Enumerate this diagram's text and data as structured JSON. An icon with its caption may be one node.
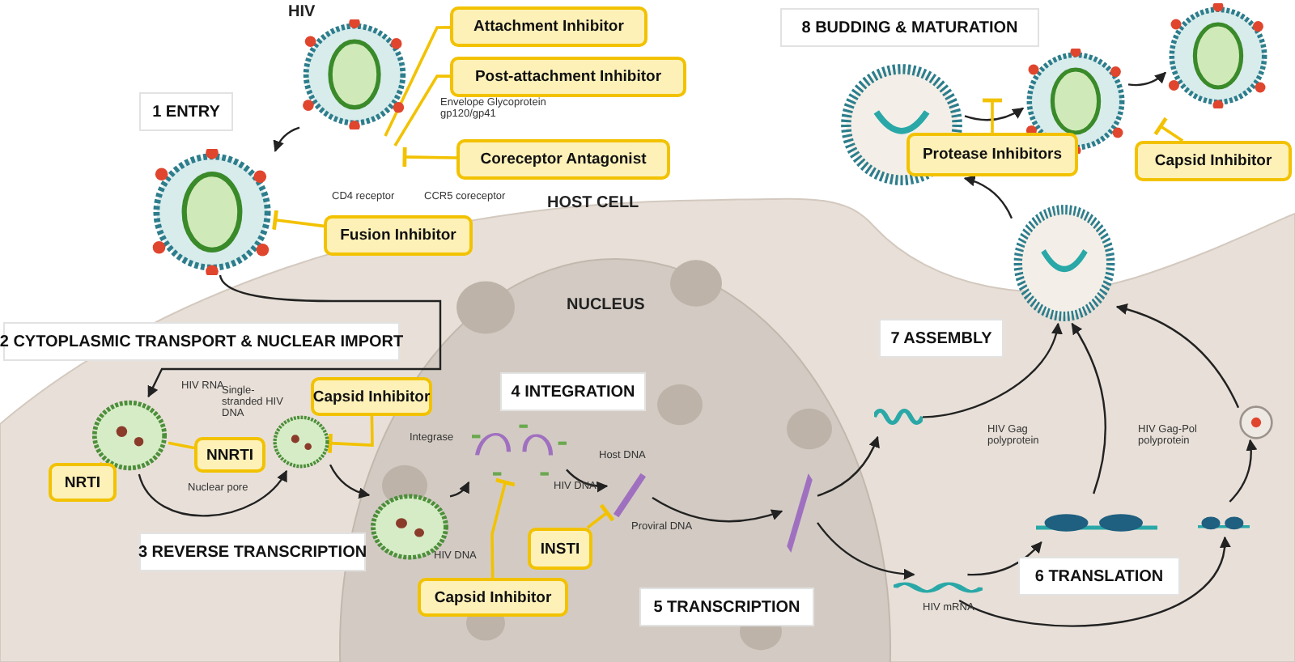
{
  "diagram": {
    "nodes": [
      {
        "text": [
          "1 ENTRY"
        ]
      },
      {
        "text": [
          "2 CYTOPLASMIC TRANSPORT & NUCLEAR IMPORT"
        ]
      },
      {
        "text": [
          "3 REVERSE TRANSCRIPTION"
        ]
      },
      {
        "text": [
          "4 INTEGRATION"
        ]
      },
      {
        "text": [
          "5 TRANSCRIPTION"
        ]
      },
      {
        "text": [
          "6 TRANSLATION"
        ]
      },
      {
        "text": [
          "7 ASSEMBLY"
        ]
      },
      {
        "text": [
          "8 BUDDING & MATURATION"
        ]
      },
      {
        "text": [
          "Attachment Inhibitor"
        ]
      },
      {
        "text": [
          "Post-attachment Inhibitor"
        ]
      },
      {
        "text": [
          "Coreceptor Antagonist"
        ]
      },
      {
        "text": [
          "Fusion Inhibitor"
        ]
      },
      {
        "text": [
          "Capsid Inhibitor"
        ]
      },
      {
        "text": [
          "NNRTI"
        ]
      },
      {
        "text": [
          "NRTI"
        ]
      },
      {
        "text": [
          "Capsid Inhibitor"
        ]
      },
      {
        "text": [
          "INSTI"
        ]
      },
      {
        "text": [
          "Protease Inhibitors"
        ]
      },
      {
        "text": [
          "Capsid Inhibitor"
        ]
      },
      {
        "text": [],
        "shape": "picture"
      },
      {
        "text": [],
        "shape": "picture"
      },
      {
        "text": [],
        "shape": "picture"
      },
      {
        "text": [],
        "shape": "picture"
      },
      {
        "text": [],
        "shape": "picture"
      },
      {
        "text": [],
        "shape": "picture"
      },
      {
        "text": [],
        "shape": "picture"
      },
      {
        "text": [],
        "shape": "picture"
      },
      {
        "text": [],
        "shape": "picture"
      },
      {
        "text": [],
        "shape": "picture"
      },
      {
        "text": [],
        "shape": "picture"
      },
      {
        "text": [],
        "shape": "picture"
      },
      {
        "text": [],
        "shape": "picture"
      },
      {
        "text": [],
        "shape": "picture"
      },
      {
        "text": [],
        "shape": "picture"
      },
      {
        "text": [],
        "shape": "picture"
      },
      {
        "text": [],
        "shape": "picture"
      }
    ],
    "edges": [
      {
        "from": 19,
        "to": 20,
        "arrow": "to"
      },
      {
        "from": 20,
        "to": 21,
        "arrow": "to"
      },
      {
        "from": 21,
        "to": 22,
        "arrow": "to"
      },
      {
        "from": 22,
        "to": 23,
        "arrow": "to"
      },
      {
        "from": 23,
        "to": 24,
        "arrow": "to"
      },
      {
        "from": 24,
        "to": 25,
        "arrow": "to"
      },
      {
        "from": 25,
        "to": 26,
        "arrow": "to"
      },
      {
        "from": 26,
        "to": 27,
        "arrow": "to"
      },
      {
        "from": 26,
        "to": 28,
        "arrow": "to"
      },
      {
        "from": 27,
        "to": 32,
        "arrow": "to"
      },
      {
        "from": 28,
        "to": 29,
        "arrow": "to"
      },
      {
        "from": 28,
        "to": 30,
        "arrow": "to"
      },
      {
        "from": 29,
        "to": 32,
        "arrow": "to"
      },
      {
        "from": 30,
        "to": 31,
        "arrow": "to"
      },
      {
        "from": 31,
        "to": 32,
        "arrow": "to"
      },
      {
        "from": 32,
        "to": 33,
        "arrow": "to"
      },
      {
        "from": 33,
        "to": 34,
        "arrow": "to"
      },
      {
        "from": 34,
        "to": 35,
        "arrow": "to"
      },
      {
        "from": 8,
        "to": null,
        "arrow": "none",
        "color": "#f2c200"
      },
      {
        "from": 9,
        "to": null,
        "arrow": "none",
        "color": "#f2c200"
      },
      {
        "from": 10,
        "to": null,
        "arrow": "other",
        "color": "#f2c200"
      },
      {
        "from": 11,
        "to": 20,
        "arrow": "other",
        "color": "#f2c200"
      },
      {
        "from": 12,
        "to": 22,
        "arrow": "other",
        "color": "#f2c200"
      },
      {
        "from": 13,
        "to": 21,
        "arrow": "none",
        "color": "#f2c200"
      },
      {
        "from": 14,
        "to": 21,
        "arrow": "none",
        "color": "#f2c200"
      },
      {
        "from": 15,
        "to": 24,
        "arrow": "other",
        "color": "#f2c200"
      },
      {
        "from": 16,
        "to": 25,
        "arrow": "other",
        "color": "#f2c200"
      },
      {
        "from": 17,
        "to": null,
        "arrow": "other",
        "color": "#f2c200"
      },
      {
        "from": 18,
        "to": null,
        "arrow": "other",
        "color": "#f2c200"
      }
    ],
    "labels": [
      "HIV",
      "Envelope Glycoprotein gp120/gp41",
      "CD4 receptor",
      "CCR5 coreceptor",
      "HOST CELL",
      "NUCLEUS",
      "HIV RNA",
      "Single-stranded HIV DNA",
      "Nuclear pore",
      "Integrase",
      "HIV DNA",
      "Host DNA",
      "HIV DNA",
      "Proviral DNA",
      "HIV mRNA",
      "HIV Gag polyprotein",
      "HIV Gag-Pol polyprotein"
    ]
  }
}
